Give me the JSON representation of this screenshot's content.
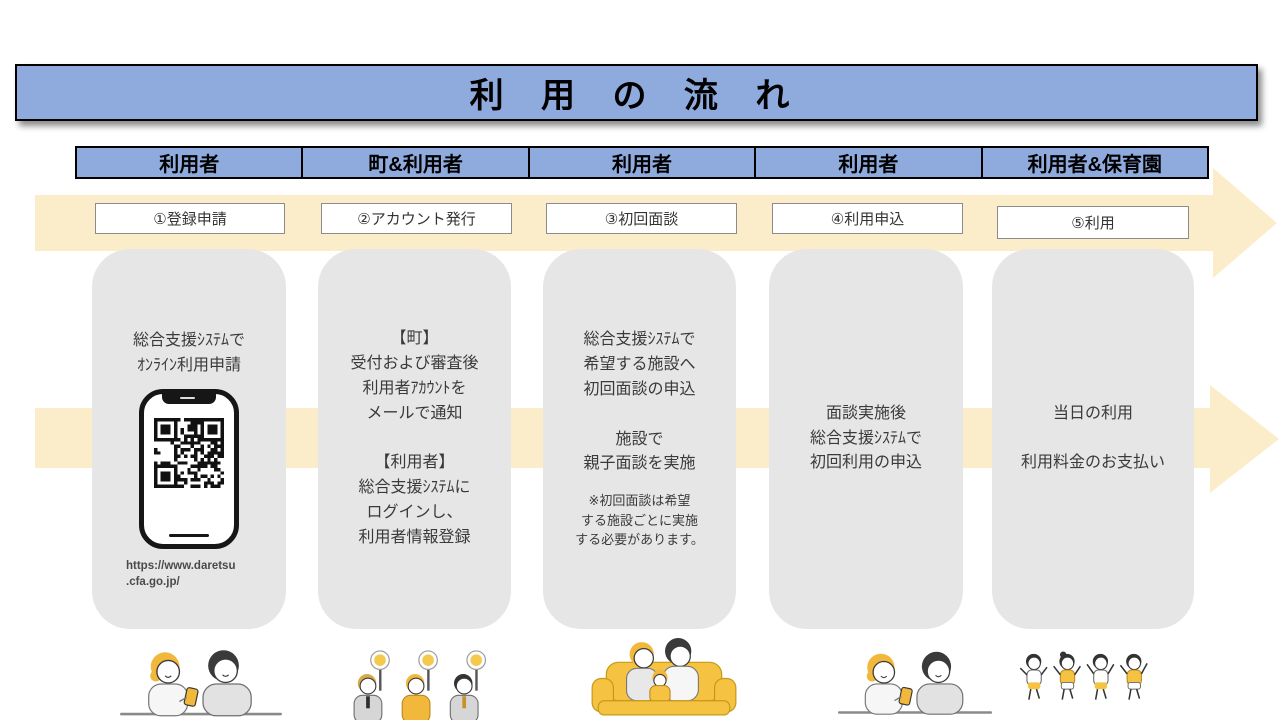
{
  "page_title": "利 用 の 流 れ",
  "colors": {
    "banner_blue": "#8FAADC",
    "arrow_cream": "#FBEDCA",
    "card_gray": "#E7E6E6",
    "accent_yellow": "#F2B83C"
  },
  "columns": [
    {
      "actor": "利用者",
      "step": "①登録申請",
      "card": [
        "総合支援ｼｽﾃﾑで",
        "ｵﾝﾗｲﾝ利用申請"
      ],
      "url": [
        "https://www.daretsu",
        ".cfa.go.jp/"
      ],
      "illustration": "couple-looking-at-smartphone"
    },
    {
      "actor": "町&利用者",
      "step": "②アカウント発行",
      "card": [
        "【町】",
        "受付および審査後",
        "利用者ｱｶｳﾝﾄを",
        "メールで通知",
        "",
        "【利用者】",
        "総合支援ｼｽﾃﾑに",
        "ログインし、",
        "利用者情報登録"
      ],
      "illustration": "staff-holding-approval-signs"
    },
    {
      "actor": "利用者",
      "step": "③初回面談",
      "card": [
        "総合支援ｼｽﾃﾑで",
        "希望する施設へ",
        "初回面談の申込",
        "",
        "施設で",
        "親子面談を実施"
      ],
      "note": [
        "※初回面談は希望",
        "する施設ごとに実施",
        "する必要があります。"
      ],
      "illustration": "family-with-baby-on-sofa"
    },
    {
      "actor": "利用者",
      "step": "④利用申込",
      "card": [
        "面談実施後",
        "総合支援ｼｽﾃﾑで",
        "初回利用の申込"
      ],
      "illustration": "couple-looking-at-smartphone"
    },
    {
      "actor": "利用者&保育園",
      "step": "⑤利用",
      "card": [
        "当日の利用",
        "",
        "利用料金のお支払い"
      ],
      "illustration": "children-playing"
    }
  ]
}
